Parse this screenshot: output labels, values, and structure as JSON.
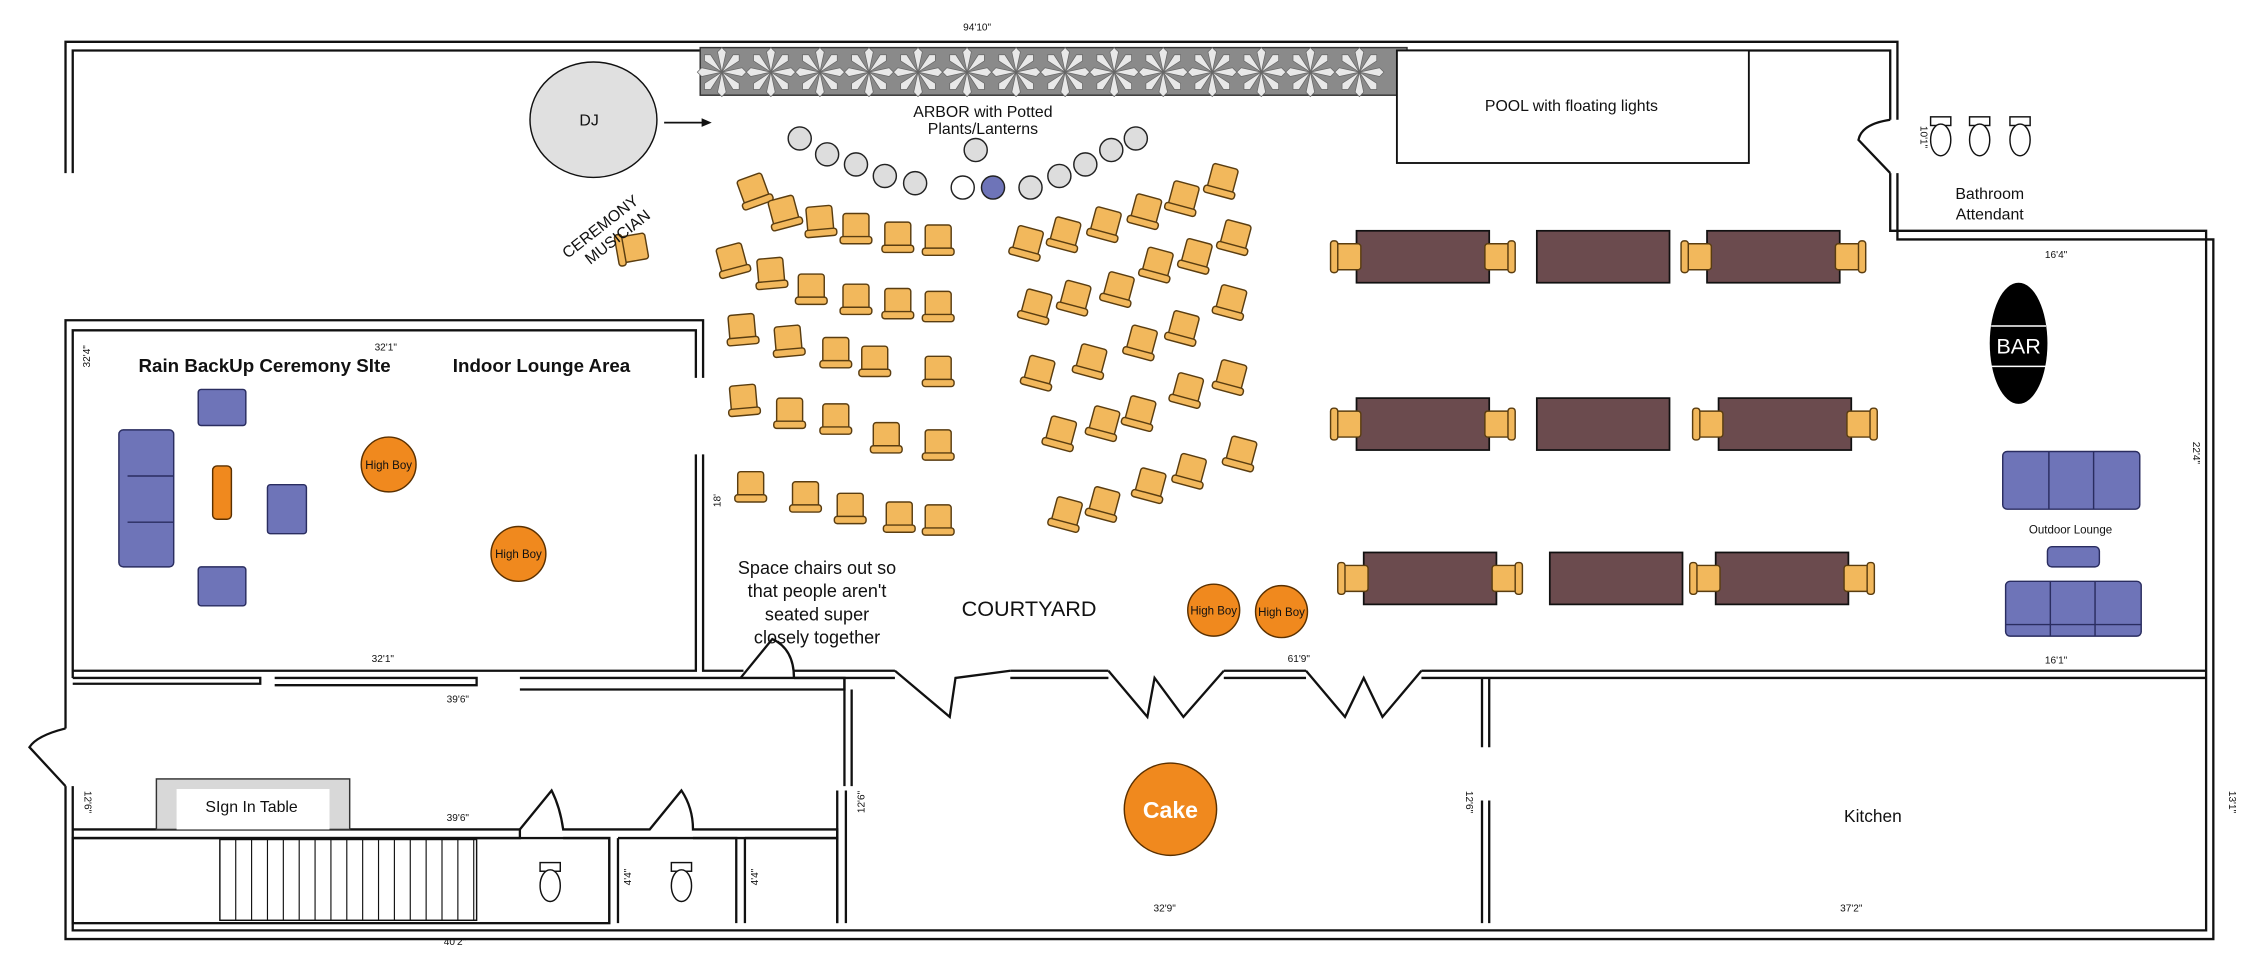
{
  "dimensions": {
    "top_overall": "94'10\"",
    "bathroom_height": "10'1\"",
    "bar_area_top": "16'4\"",
    "bar_area_side": "22'4\"",
    "bar_area_bottom": "16'1\"",
    "indoor_side": "32'4\"",
    "indoor_top": "32'1\"",
    "indoor_bottom": "32'1\"",
    "courtyard_side": "18'",
    "courtyard_bottom": "61'9\"",
    "corridor_top": "39'6\"",
    "corridor_bottom": "39'6\"",
    "corridor_side": "12'6\"",
    "restroom1": "4'4\"",
    "restroom2": "4'4\"",
    "bottom_overall": "40'2\"",
    "cake_room_side_left": "12'6\"",
    "cake_room_side_right": "12'6\"",
    "cake_room_bottom": "32'9\"",
    "kitchen_bottom": "37'2\"",
    "kitchen_side": "13'1\""
  },
  "labels": {
    "dj": "DJ",
    "arbor_line1": "ARBOR with Potted",
    "arbor_line2": "Plants/Lanterns",
    "pool": "POOL with floating lights",
    "bathroom_line1": "Bathroom",
    "bathroom_line2": "Attendant",
    "bar": "BAR",
    "outdoor_lounge": "Outdoor Lounge",
    "ceremony_musician_line1": "CEREMONY",
    "ceremony_musician_line2": "MUSICIAN",
    "rain_backup": "Rain BackUp Ceremony SIte",
    "indoor_lounge": "Indoor Lounge Area",
    "high_boy": "High Boy",
    "note_line1": "Space chairs out so",
    "note_line2": "that people aren't",
    "note_line3": "seated super",
    "note_line4": "closely together",
    "courtyard": "COURTYARD",
    "sign_in_table": "SIgn In Table",
    "cake": "Cake",
    "kitchen": "Kitchen"
  },
  "colors": {
    "chair": "#f2b85c",
    "table": "#6b4b4e",
    "lounge_furniture": "#6e74b8",
    "high_boy": "#f0891e",
    "bar": "#000000",
    "arbor": "#8a8a8a"
  }
}
